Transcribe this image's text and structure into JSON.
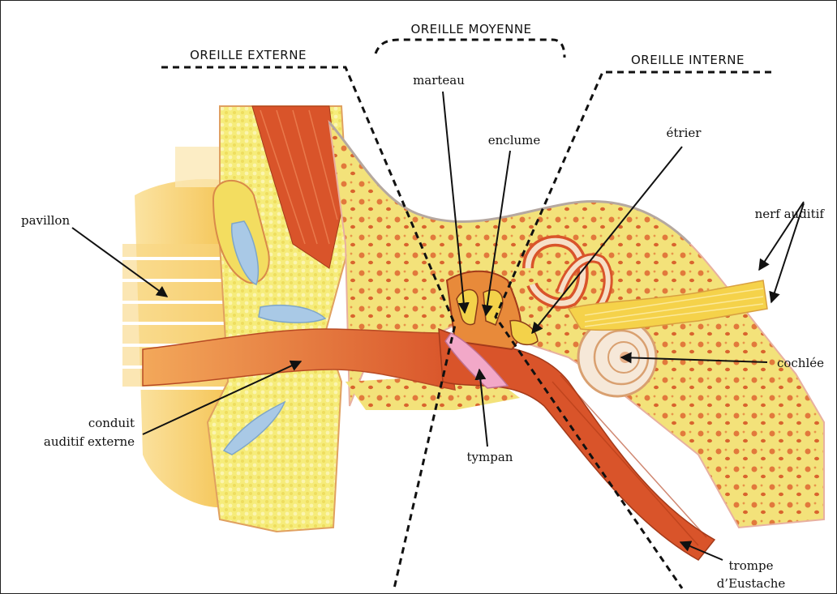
{
  "sections": {
    "external": "OREILLE EXTERNE",
    "middle": "OREILLE MOYENNE",
    "inner": "OREILLE INTERNE"
  },
  "labels": {
    "pavillon": "pavillon",
    "conduit_line1": "conduit",
    "conduit_line2": "auditif externe",
    "marteau": "marteau",
    "enclume": "enclume",
    "etrier": "étrier",
    "nerf": "nerf auditif",
    "cochlee": "cochlée",
    "tympan": "tympan",
    "trompe_line1": "trompe",
    "trompe_line2": "d’Eustache"
  },
  "colors": {
    "skin": "#f6c95a",
    "bone": "#f3e27a",
    "bone_dots": "#e2793c",
    "muscle": "#d9542a",
    "canal": "#e87a3c",
    "cartilage": "#a9c9e6",
    "eardrum": "#f2a8c8",
    "cochlea": "#f6e8d8",
    "nerve": "#f5d24a"
  }
}
